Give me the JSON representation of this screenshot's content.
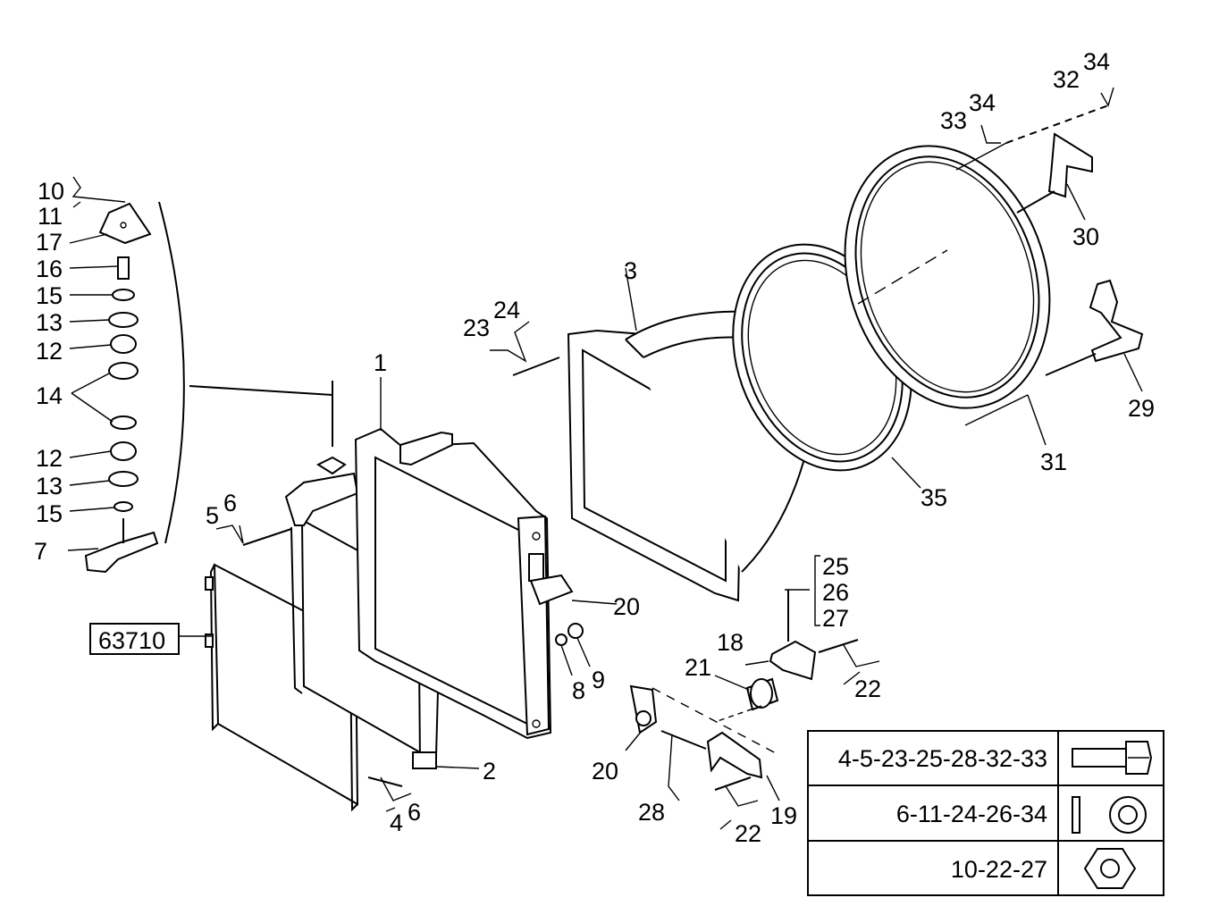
{
  "diagram": {
    "ref_box": "63710",
    "callouts": [
      {
        "id": "c1",
        "text": "1"
      },
      {
        "id": "c2",
        "text": "2"
      },
      {
        "id": "c3",
        "text": "3"
      },
      {
        "id": "c4",
        "text": "4"
      },
      {
        "id": "c5",
        "text": "5"
      },
      {
        "id": "c6a",
        "text": "6"
      },
      {
        "id": "c6b",
        "text": "6"
      },
      {
        "id": "c7",
        "text": "7"
      },
      {
        "id": "c8",
        "text": "8"
      },
      {
        "id": "c9",
        "text": "9"
      },
      {
        "id": "c10",
        "text": "10"
      },
      {
        "id": "c11",
        "text": "11"
      },
      {
        "id": "c12a",
        "text": "12"
      },
      {
        "id": "c12b",
        "text": "12"
      },
      {
        "id": "c13a",
        "text": "13"
      },
      {
        "id": "c13b",
        "text": "13"
      },
      {
        "id": "c14",
        "text": "14"
      },
      {
        "id": "c15a",
        "text": "15"
      },
      {
        "id": "c15b",
        "text": "15"
      },
      {
        "id": "c16",
        "text": "16"
      },
      {
        "id": "c17",
        "text": "17"
      },
      {
        "id": "c18",
        "text": "18"
      },
      {
        "id": "c19",
        "text": "19"
      },
      {
        "id": "c20a",
        "text": "20"
      },
      {
        "id": "c20b",
        "text": "20"
      },
      {
        "id": "c21",
        "text": "21"
      },
      {
        "id": "c22a",
        "text": "22"
      },
      {
        "id": "c22b",
        "text": "22"
      },
      {
        "id": "c23",
        "text": "23"
      },
      {
        "id": "c24",
        "text": "24"
      },
      {
        "id": "c25",
        "text": "25"
      },
      {
        "id": "c26",
        "text": "26"
      },
      {
        "id": "c27",
        "text": "27"
      },
      {
        "id": "c28",
        "text": "28"
      },
      {
        "id": "c29",
        "text": "29"
      },
      {
        "id": "c30",
        "text": "30"
      },
      {
        "id": "c31",
        "text": "31"
      },
      {
        "id": "c32",
        "text": "32"
      },
      {
        "id": "c33",
        "text": "33"
      },
      {
        "id": "c34a",
        "text": "34"
      },
      {
        "id": "c34b",
        "text": "34"
      },
      {
        "id": "c35",
        "text": "35"
      }
    ]
  },
  "legend": {
    "rows": [
      {
        "refs": "4-5-23-25-28-32-33",
        "icon": "bolt-icon"
      },
      {
        "refs": "6-11-24-26-34",
        "icon": "washer-icon"
      },
      {
        "refs": "10-22-27",
        "icon": "nut-icon"
      }
    ]
  }
}
